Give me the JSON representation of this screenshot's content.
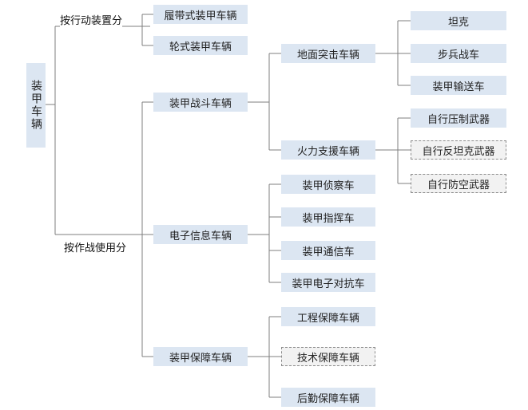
{
  "root": "装甲车辆",
  "categories": {
    "by_mobility": "按行动装置分",
    "by_use": "按作战使用分"
  },
  "mobility": {
    "tracked": "履带式装甲车辆",
    "wheeled": "轮式装甲车辆"
  },
  "combat": {
    "label": "装甲战斗车辆",
    "assault": {
      "label": "地面突击车辆",
      "items": [
        "坦克",
        "步兵战车",
        "装甲输送车"
      ]
    },
    "fire_support": {
      "label": "火力支援车辆",
      "items": [
        "自行压制武器",
        "自行反坦克武器",
        "自行防空武器"
      ]
    }
  },
  "electronic": {
    "label": "电子信息车辆",
    "items": [
      "装甲侦察车",
      "装甲指挥车",
      "装甲通信车",
      "装甲电子对抗车"
    ]
  },
  "support": {
    "label": "装甲保障车辆",
    "items": [
      "工程保障车辆",
      "技术保障车辆",
      "后勤保障车辆"
    ]
  }
}
